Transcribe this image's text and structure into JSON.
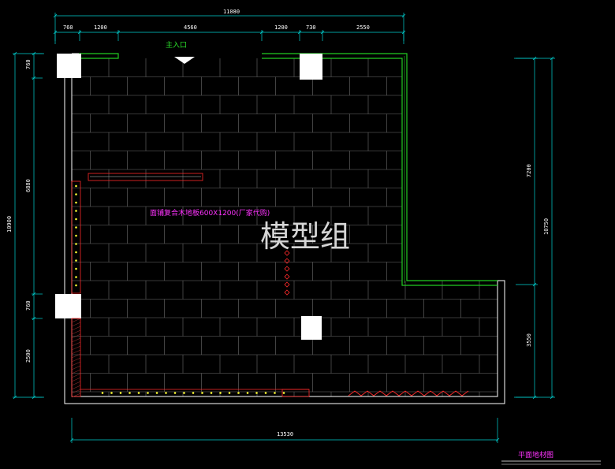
{
  "drawing": {
    "entrance_label": "主入口",
    "floor_note": "面铺复合木地板600X1200(厂家代购)",
    "watermark": "模型组",
    "drawing_title": "平面地材图",
    "colors": {
      "background": "#000000",
      "dimension": "#00d2d2",
      "wall": "#ffffff",
      "partition": "#22cc22",
      "grid": "#6e6e6e",
      "highlight": "#ff2a2a",
      "label_magenta": "#ff33ff",
      "label_green": "#2be22b"
    }
  },
  "dimensions": {
    "top_overall": "11080",
    "top_segments": [
      "760",
      "1200",
      "4560",
      "1200",
      "730",
      "2550"
    ],
    "left_overall": "10900",
    "left_segments": [
      "760",
      "6880",
      "760",
      "2500"
    ],
    "right_overall": "10750",
    "right_segments": [
      "7200",
      "3550"
    ],
    "bottom_overall": "13530"
  }
}
